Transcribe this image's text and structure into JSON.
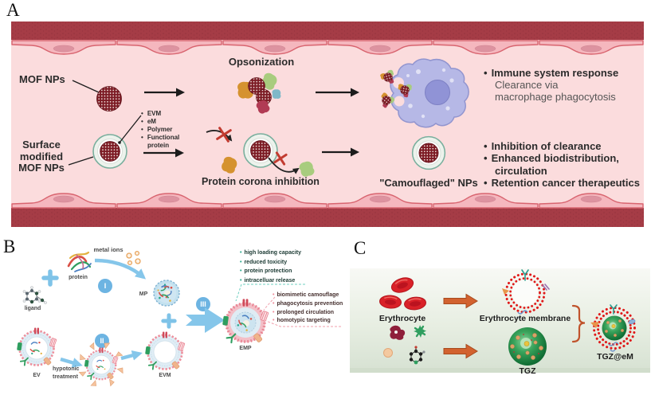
{
  "colors": {
    "vessel_wall": "#a53c46",
    "vessel_lumen": "#fbdcdd",
    "endothelial_cell": "#f5b7be",
    "membrane_ring_teal": "#79af9d",
    "mof_core": "#7c1b24",
    "macrophage": "#b6b8e6",
    "inhibit_x_red": "#c23b30",
    "panelb_blue": "#85c6ea",
    "bullet_teal": "#2aa98c",
    "bullet_pink": "#ef8d9b",
    "rbc_red": "#d92128",
    "tgz_green": "#127036",
    "membrane_dot_red": "#e01818",
    "bracket_orange": "#c0532c"
  },
  "a": {
    "label": "A",
    "mof": "MOF NPs",
    "surface": [
      "Surface",
      "modified",
      "MOF NPs"
    ],
    "coating": [
      "EVM",
      "eM",
      "Polymer",
      "Functional protein"
    ],
    "opsonization": "Opsonization",
    "corona": "Protein corona inhibition",
    "camouflaged": "\"Camouflaged\" NPs",
    "immune_title": "Immune system response",
    "immune_sub": [
      "Clearance via",
      "macrophage phagocytosis"
    ],
    "benefits": [
      "Inhibition of clearance",
      "Enhanced biodistribution, circulation",
      "Retention cancer therapeutics"
    ]
  },
  "b": {
    "label": "B",
    "ligand": "ligand",
    "protein": "protein",
    "metal_ions": "metal ions",
    "mp": "MP",
    "ev": "EV",
    "hypotonic": "hypotonic treatment",
    "evm": "EVM",
    "emp": "EMP",
    "steps": [
      "I",
      "II",
      "III"
    ],
    "advantages_teal": [
      "high loading capacity",
      "reduced toxicity",
      "protein protection",
      "intracelluar release"
    ],
    "advantages_pink": [
      "biomimetic camouflage",
      "phagocytosis prevention",
      "prolonged circulation",
      "homotypic targeting"
    ]
  },
  "c": {
    "label": "C",
    "erythrocyte": "Erythrocyte",
    "membrane": "Erythrocyte membrane",
    "tgz": "TGZ",
    "tgzem": "TGZ@eM"
  }
}
